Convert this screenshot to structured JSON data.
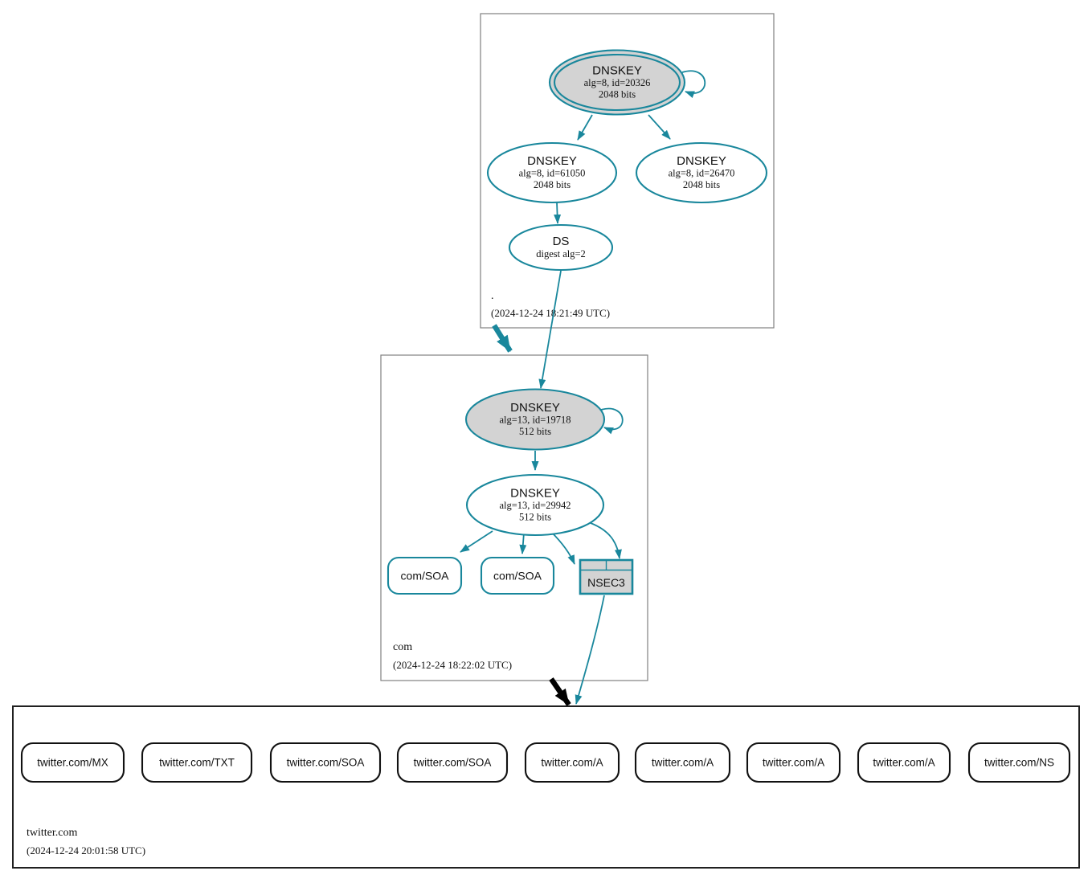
{
  "colors": {
    "edge_teal": "#19879c",
    "ksk_fill_gray": "#d3d3d3",
    "zone_border_gray": "#808080",
    "leaf_zone_border_black": "#202020"
  },
  "zones": {
    "root": {
      "name": ".",
      "timestamp": "(2024-12-24 18:21:49 UTC)",
      "ksk": {
        "title": "DNSKEY",
        "detail": "alg=8, id=20326",
        "bits": "2048 bits"
      },
      "zsk1": {
        "title": "DNSKEY",
        "detail": "alg=8, id=61050",
        "bits": "2048 bits"
      },
      "zsk2": {
        "title": "DNSKEY",
        "detail": "alg=8, id=26470",
        "bits": "2048 bits"
      },
      "ds": {
        "title": "DS",
        "detail": "digest alg=2"
      }
    },
    "com": {
      "name": "com",
      "timestamp": "(2024-12-24 18:22:02 UTC)",
      "ksk": {
        "title": "DNSKEY",
        "detail": "alg=13, id=19718",
        "bits": "512 bits"
      },
      "zsk": {
        "title": "DNSKEY",
        "detail": "alg=13, id=29942",
        "bits": "512 bits"
      },
      "soa1": {
        "label": "com/SOA"
      },
      "soa2": {
        "label": "com/SOA"
      },
      "nsec3": {
        "label": "NSEC3"
      }
    },
    "twitter": {
      "name": "twitter.com",
      "timestamp": "(2024-12-24 20:01:58 UTC)",
      "rrsets": [
        {
          "label": "twitter.com/MX"
        },
        {
          "label": "twitter.com/TXT"
        },
        {
          "label": "twitter.com/SOA"
        },
        {
          "label": "twitter.com/SOA"
        },
        {
          "label": "twitter.com/A"
        },
        {
          "label": "twitter.com/A"
        },
        {
          "label": "twitter.com/A"
        },
        {
          "label": "twitter.com/A"
        },
        {
          "label": "twitter.com/NS"
        }
      ]
    }
  }
}
